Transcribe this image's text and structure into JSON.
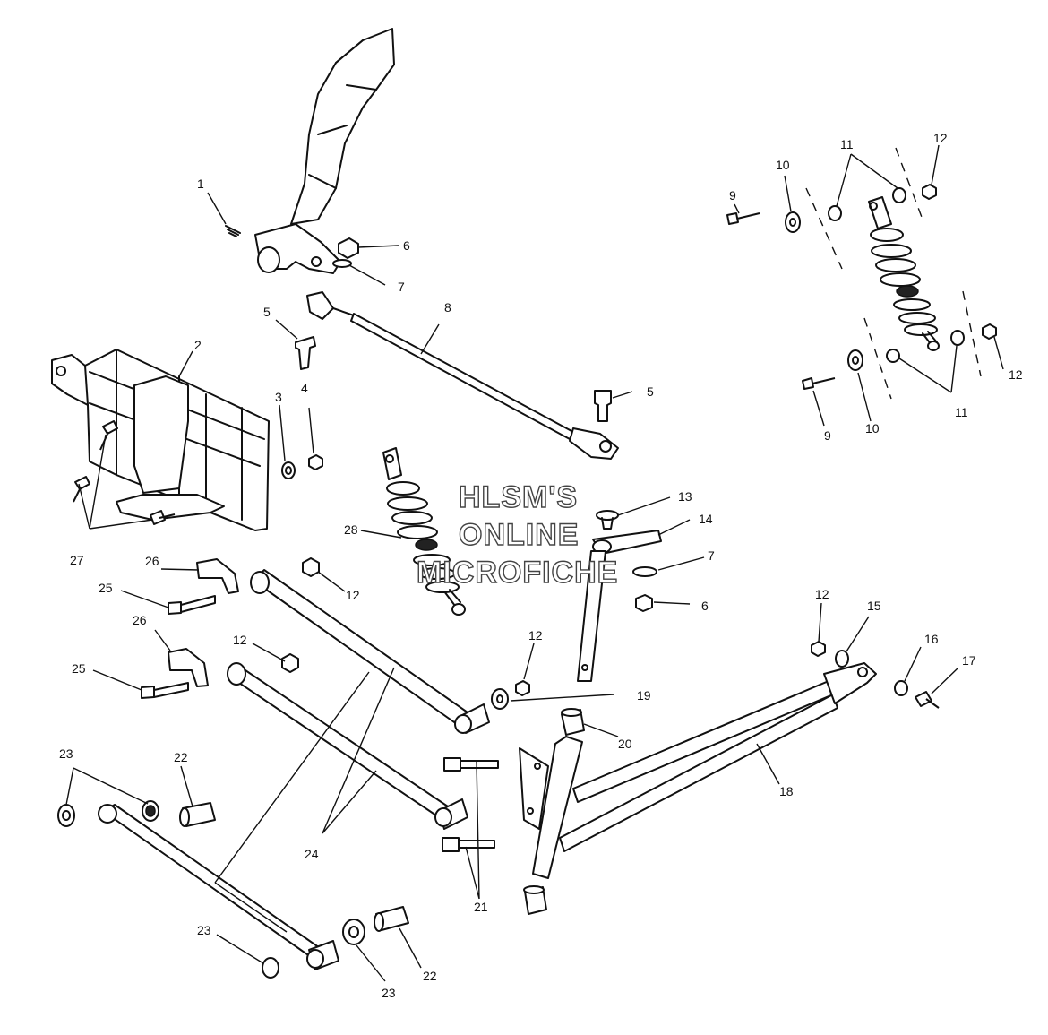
{
  "watermark": {
    "line1": "HLSM'S",
    "line2": "ONLINE",
    "line3": "MICROFICHE"
  },
  "callouts": {
    "c1": "1",
    "c2": "2",
    "c3": "3",
    "c4": "4",
    "c5a": "5",
    "c5b": "5",
    "c6a": "6",
    "c6b": "6",
    "c7a": "7",
    "c7b": "7",
    "c8": "8",
    "c9a": "9",
    "c9b": "9",
    "c10a": "10",
    "c10b": "10",
    "c11a": "11",
    "c11b": "11",
    "c12a": "12",
    "c12b": "12",
    "c12c": "12",
    "c12d": "12",
    "c12e": "12",
    "c12f": "12",
    "c13": "13",
    "c14": "14",
    "c15": "15",
    "c16": "16",
    "c17": "17",
    "c18": "18",
    "c19": "19",
    "c20": "20",
    "c21": "21",
    "c22a": "22",
    "c22b": "22",
    "c23a": "23",
    "c23b": "23",
    "c23c": "23",
    "c24": "24",
    "c25a": "25",
    "c25b": "25",
    "c26a": "26",
    "c26b": "26",
    "c27": "27",
    "c28": "28"
  }
}
